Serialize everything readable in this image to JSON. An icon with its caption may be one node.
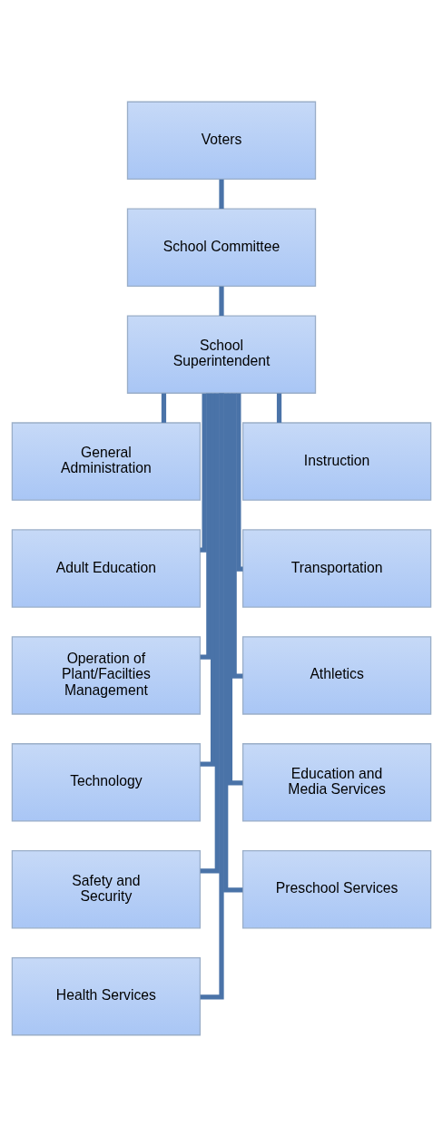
{
  "diagram": {
    "nodes": [
      {
        "text": [
          "Voters"
        ]
      },
      {
        "text": [
          "School Committee"
        ]
      },
      {
        "text": [
          "School Superintendent"
        ]
      },
      {
        "text": [
          "General Administration"
        ]
      },
      {
        "text": [
          "Instruction"
        ]
      },
      {
        "text": [
          "Adult Education"
        ]
      },
      {
        "text": [
          "Transportation"
        ]
      },
      {
        "text": [
          "Operation of Plant/Facilties Management"
        ]
      },
      {
        "text": [
          "Athletics"
        ]
      },
      {
        "text": [
          "Technology"
        ]
      },
      {
        "text": [
          "Education and Media Services"
        ]
      },
      {
        "text": [
          "Safety and Security"
        ]
      },
      {
        "text": [
          "Preschool Services"
        ]
      },
      {
        "text": [
          "Health Services"
        ]
      }
    ],
    "edges": [
      {
        "from": 0,
        "to": 1,
        "arrow": "none"
      },
      {
        "from": 1,
        "to": 2,
        "arrow": "none"
      },
      {
        "from": 2,
        "to": 3,
        "arrow": "none"
      },
      {
        "from": 2,
        "to": 4,
        "arrow": "none"
      },
      {
        "from": 2,
        "to": 5,
        "arrow": "none"
      },
      {
        "from": 2,
        "to": 6,
        "arrow": "none"
      },
      {
        "from": 2,
        "to": 7,
        "arrow": "none"
      },
      {
        "from": 2,
        "to": 8,
        "arrow": "none"
      },
      {
        "from": 2,
        "to": 9,
        "arrow": "none"
      },
      {
        "from": 2,
        "to": 10,
        "arrow": "none"
      },
      {
        "from": 2,
        "to": 11,
        "arrow": "none"
      },
      {
        "from": 2,
        "to": 12,
        "arrow": "none"
      },
      {
        "from": 2,
        "to": 13,
        "arrow": "none"
      }
    ]
  }
}
